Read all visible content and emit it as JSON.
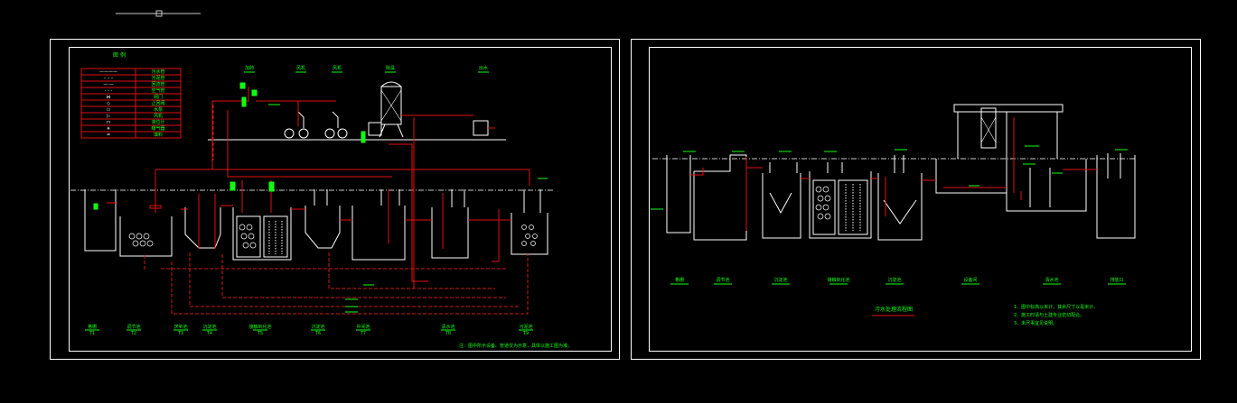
{
  "app": {
    "background": "#000000"
  },
  "colors": {
    "frame": "#ffffff",
    "structure": "#ffffff",
    "pipe_red": "#e01010",
    "pipe_dash": "#d01818",
    "label_green": "#10ff10",
    "accent_magenta": "#ff40ff",
    "ground": "#c8c8c8"
  },
  "sheet_left": {
    "legend": {
      "title": "图 例",
      "rows": [
        {
          "symbol": "————",
          "meaning": "污水管"
        },
        {
          "symbol": "– – –",
          "meaning": "污泥管"
        },
        {
          "symbol": "—·—",
          "meaning": "回流管"
        },
        {
          "symbol": "- - -",
          "meaning": "空气管"
        },
        {
          "symbol": "⋈",
          "meaning": "阀门"
        },
        {
          "symbol": "◇",
          "meaning": "止回阀"
        },
        {
          "symbol": "▭",
          "meaning": "水泵"
        },
        {
          "symbol": "▷",
          "meaning": "风机"
        },
        {
          "symbol": "⊓",
          "meaning": "液位计"
        },
        {
          "symbol": "✳",
          "meaning": "曝气器"
        },
        {
          "symbol": "♒",
          "meaning": "填料"
        }
      ]
    },
    "top_tags": [
      "加药",
      "风机",
      "风机",
      "除臭",
      "出水"
    ],
    "bottom_tags": [
      {
        "name": "格栅",
        "code": "T1"
      },
      {
        "name": "调节池",
        "code": "T2"
      },
      {
        "name": "厌氧池",
        "code": "T3"
      },
      {
        "name": "沉淀池",
        "code": "T4"
      },
      {
        "name": "接触氧化池",
        "code": "T5"
      },
      {
        "name": "沉淀池",
        "code": "T6"
      },
      {
        "name": "中间池",
        "code": "T7"
      },
      {
        "name": "清水池",
        "code": "T8"
      },
      {
        "name": "污泥池",
        "code": "T9"
      }
    ],
    "note": "注：图中所示设备、管道仅为示意，具体以施工图为准。"
  },
  "sheet_right": {
    "tags": [
      "格栅",
      "调节池",
      "沉淀池",
      "接触氧化池",
      "沉淀池",
      "设备间",
      "清水池",
      "排放口"
    ],
    "title": "污水处理流程图",
    "notes": [
      "1、图中标高以米计，其余尺寸以毫米计。",
      "2、施工时请与土建专业密切配合。",
      "3、未尽事宜见说明。"
    ]
  }
}
